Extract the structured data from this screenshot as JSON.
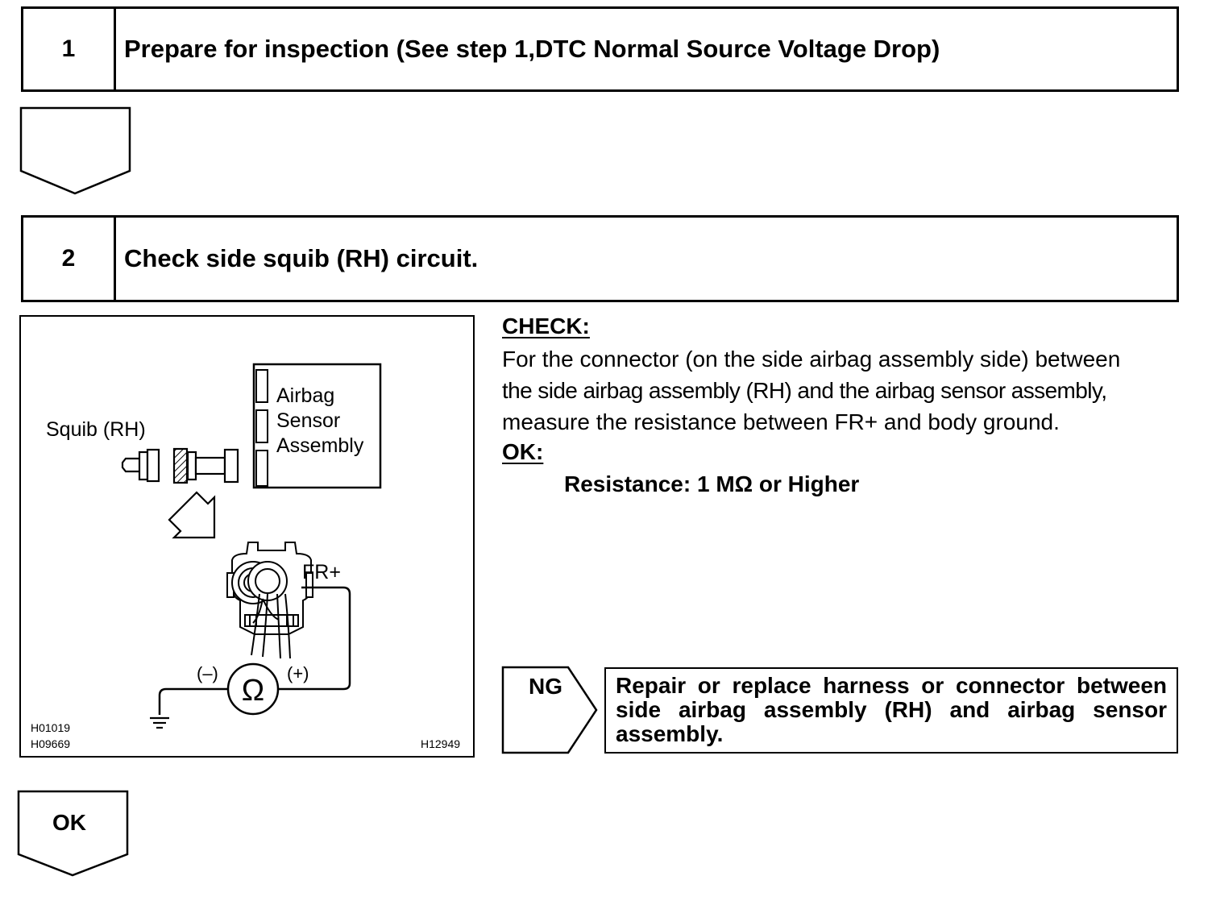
{
  "step1": {
    "number": "1",
    "title": "Prepare for inspection (See step 1,DTC Normal Source Voltage Drop)"
  },
  "step2": {
    "number": "2",
    "title": "Check side squib (RH) circuit."
  },
  "figure": {
    "squib_label": "Squib (RH)",
    "sensor_label_line1": "Airbag",
    "sensor_label_line2": "Sensor",
    "sensor_label_line3": "Assembly",
    "terminal_label": "FR+",
    "minus_label": "(–)",
    "plus_label": "(+)",
    "ohm_symbol": "Ω",
    "code_1": "H01019",
    "code_2": "H09669",
    "code_3": "H12949"
  },
  "check": {
    "heading": "CHECK:",
    "line1": "For the connector (on the side airbag assembly side) between",
    "line2": "the side airbag assembly (RH) and the airbag sensor assembly,",
    "line3": "measure the resistance between FR+ and body ground.",
    "ok_heading": "OK:",
    "spec": "Resistance: 1 MΩ or Higher"
  },
  "ng": {
    "label": "NG",
    "action": "Repair or replace harness or connector between side airbag assembly (RH) and airbag sensor assembly."
  },
  "ok_arrow": {
    "label": "OK"
  }
}
